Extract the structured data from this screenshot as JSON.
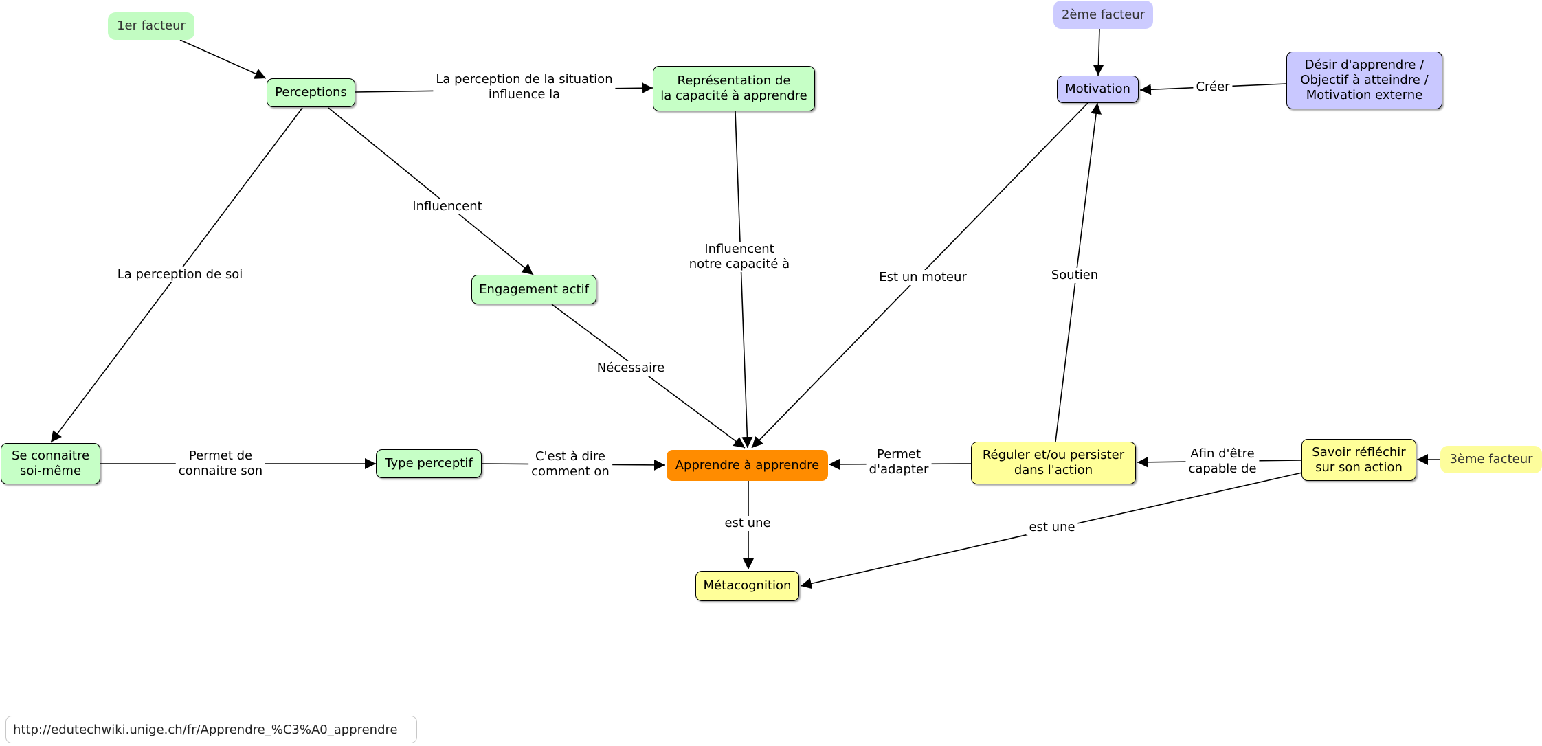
{
  "nodes": {
    "factor1": "1er facteur",
    "factor2": "2ème facteur",
    "factor3": "3ème facteur",
    "perceptions": "Perceptions",
    "representation": "Représentation de\nla capacité à apprendre",
    "engagement": "Engagement actif",
    "se_connaitre": "Se connaitre\nsoi-même",
    "type_perceptif": "Type perceptif",
    "apprendre": "Apprendre à apprendre",
    "metacognition": "Métacognition",
    "motivation": "Motivation",
    "desir": "Désir d'apprendre /\nObjectif à atteindre /\nMotivation externe",
    "reguler": "Réguler et/ou persister\ndans l'action",
    "savoir": "Savoir réfléchir\nsur son action"
  },
  "edges": {
    "perception_situation": "La perception de la situation\ninfluence la",
    "influencent": "Influencent",
    "perception_soi": "La perception de soi",
    "influencent_capacite": "Influencent\nnotre capacité à",
    "necessaire": "Nécessaire",
    "permet_connaitre": "Permet de\nconnaitre son",
    "cest_a_dire": "C'est à dire\ncomment on",
    "est_une_1": "est une",
    "permet_adapter": "Permet\nd'adapter",
    "afin_detre": "Afin d'être\ncapable de",
    "est_une_2": "est une",
    "est_un_moteur": "Est un moteur",
    "soutien": "Soutien",
    "creer": "Créer"
  },
  "footer": {
    "url": "http://edutechwiki.unige.ch/fr/Apprendre_%C3%A0_apprendre"
  }
}
